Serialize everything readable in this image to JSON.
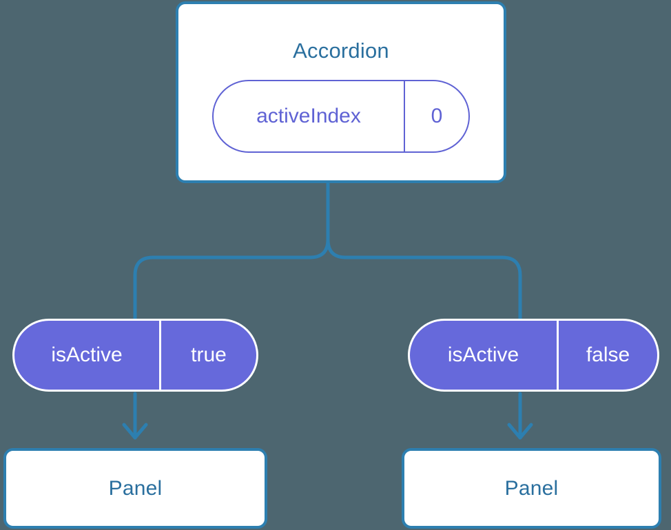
{
  "diagram": {
    "background_color": "#4d6670",
    "line_color": "#2d7fb0",
    "box_border_color": "#2d7fb0",
    "box_fill_color": "#ffffff",
    "title_color": "#2a6f9e",
    "pill_outline_color": "#5f62d4",
    "pill_fill_color": "#6669db",
    "pill_text_color": "#ffffff"
  },
  "root": {
    "title": "Accordion",
    "state": {
      "key": "activeIndex",
      "value": "0"
    }
  },
  "children": [
    {
      "prop": {
        "key": "isActive",
        "value": "true"
      },
      "component": {
        "title": "Panel"
      }
    },
    {
      "prop": {
        "key": "isActive",
        "value": "false"
      },
      "component": {
        "title": "Panel"
      }
    }
  ]
}
